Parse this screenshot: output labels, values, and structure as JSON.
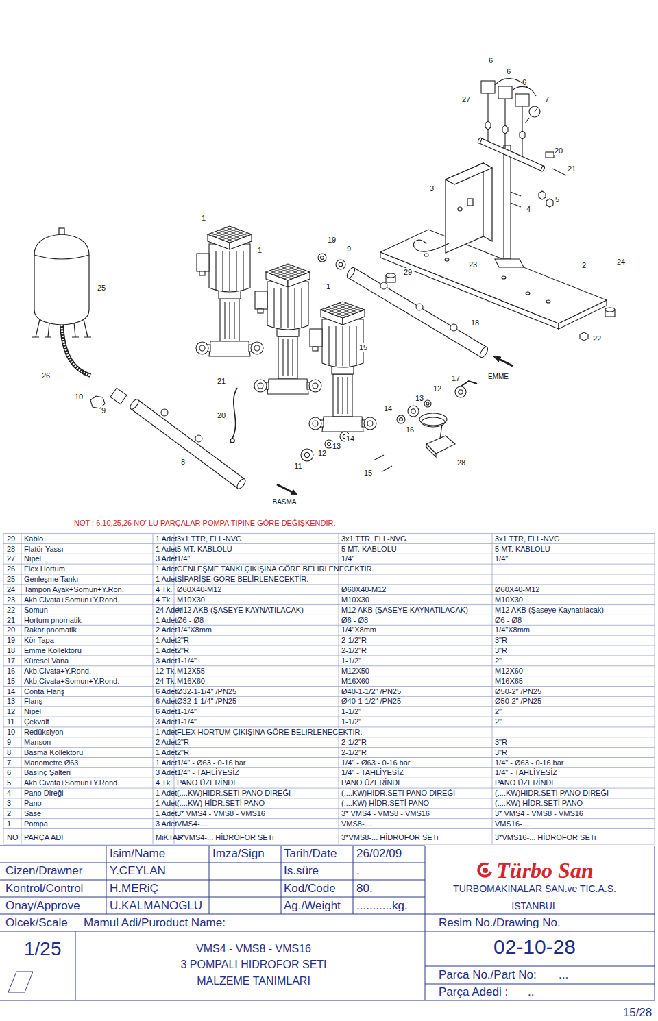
{
  "diagram": {
    "labels": [
      "6",
      "6",
      "6",
      "27",
      "7",
      "20",
      "21",
      "3",
      "5",
      "4",
      "1",
      "19",
      "9",
      "1",
      "23",
      "2",
      "24",
      "29",
      "25",
      "1",
      "18",
      "22",
      "15",
      "26",
      "EMME",
      "17",
      "21",
      "12",
      "10",
      "13",
      "14",
      "9",
      "20",
      "16",
      "14",
      "13",
      "12",
      "8",
      "28",
      "11",
      "15",
      "BASMA",
      "NOT : 6,10,25,26 NO' LU PARÇALAR POMPA TİPİNE GÖRE DEĞİŞKENDİR.",
      "29",
      "Kablo",
      "1 Adet",
      "3x1 TTR, FLL-NVG",
      "3x1 TTR, FLL-NVG",
      "3x1 TTR, FLL-NVG",
      "28",
      "Flatör Yassı",
      "1 Adet",
      "5 MT. KABLOLU",
      "5 MT. KABLOLU",
      "5 MT. KABLOLU",
      "27",
      "Nipel",
      "3 Adet",
      "1/4\"",
      "1/4\"",
      "1/4\"",
      "26",
      "Flex Hortum",
      "1 Adet",
      "GENLEŞME TANKI ÇIKIŞINA GÖRE BELİRLENECEKTİR.",
      "25",
      "Genleşme Tankı",
      "1 Adet",
      "SİPARİŞE GÖRE BELİRLENECEKTİR.",
      "24",
      "Tampon Ayak+Somun+Y.Ron.",
      "4 Tk.",
      "Ø60X40-M12",
      "Ø60X40-M12",
      "Ø60X40-M12",
      "23",
      "Akb.Civata+Somun+Y.Rond.",
      "4 Tk.",
      "M10X30",
      "M10X30",
      "M10X30",
      "22",
      "Somun",
      "24 Adet",
      "M12 AKB (ŞASEYE KAYNATILACAK)",
      "M12 AKB (ŞASEYE KAYNATILACAK)",
      "M12 AKB (Şaseye Kaynatılacak)",
      "21",
      "Hortum pnomatik",
      "1 Adet",
      "Ø6 - Ø8",
      "Ø6 - Ø8",
      "Ø6 - Ø8",
      "20",
      "Rakor pnomatik",
      "2 Adet",
      "1/4\"X8mm",
      "1/4\"X8mm",
      "1/4\"X8mm",
      "19",
      "Kör Tapa",
      "1 Adet",
      "2\"R",
      "2-1/2\"R",
      "3\"R",
      "18",
      "Emme Kollektörü",
      "1 Adet",
      "2\"R",
      "2-1/2\"R",
      "3\"R",
      "17",
      "Küresel Vana",
      "3 Adet",
      "1-1/4\"",
      "1-1/2\"",
      "2\"",
      "16",
      "Akb.Civata+Y.Rond.",
      "12 Tk.",
      "M12X55",
      "M12X50",
      "M12X60",
      "15",
      "Akb.Civata+Somun+Y.Rond.",
      "24 Tk.",
      "M16X60",
      "M16X60",
      "M16X65",
      "14",
      "Conta Flanş",
      "6 Adet",
      "Ø32-1-1/4\" /PN25",
      "Ø40-1-1/2\" /PN25",
      "Ø50-2\" /PN25",
      "13",
      "Flanş",
      "6 Adet",
      "Ø32-1-1/4\" /PN25",
      "Ø40-1-1/2\" /PN25",
      "Ø50-2\" /PN25",
      "12",
      "Nipel",
      "6 Adet",
      "1-1/4\"",
      "1-1/2\"",
      "2\"",
      "11",
      "Çekvalf",
      "3 Adet",
      "1-1/4\"",
      "1-1/2\"",
      "2\"",
      "10",
      "Redüksiyon",
      "1 Adet",
      "FLEX HORTUM ÇIKIŞINA GÖRE BELİRLENECEKTİR.",
      "9",
      "Manson",
      "2 Adet",
      "2\"R",
      "2-1/2\"R",
      "3\"R",
      "8",
      "Basma Kollektörü",
      "1 Adet",
      "2\"R",
      "2-1/2\"R",
      "3\"R",
      "7",
      "Manometre Ø63",
      "1 Adet",
      "1/4\" - Ø63 - 0-16 bar",
      "1/4\" - Ø63 - 0-16 bar",
      "1/4\" - Ø63 - 0-16 bar",
      "6",
      "Basınç Şalteri",
      "3 Adet",
      "1/4\" - TAHLİYESİZ",
      "1/4\" - TAHLİYESİZ",
      "1/4\" - TAHLİYESİZ",
      "5",
      "Akb.Civata+Somun+Y.Rond.",
      "4 Tk.",
      "PANO ÜZERİNDE",
      "PANO ÜZERİNDE",
      "PANO ÜZERİNDE",
      "4",
      "Pano Direği",
      "1 Adet",
      "(....KW)HİDR.SETİ PANO DİREĞİ",
      "(....KW)HİDR.SETİ PANO DİREĞİ",
      "(....KW)HİDR.SETİ PANO DİREĞİ",
      "3",
      "Pano",
      "1 Adet",
      "(....KW) HİDR.SETİ PANO",
      "(....KW) HİDR.SETİ PANO",
      "(....KW) HİDR.SETİ PANO",
      "2",
      "Sase",
      "1 Adet",
      "3* VMS4 - VMS8 - VMS16",
      "3* VMS4 - VMS8 - VMS16",
      "3* VMS4 - VMS8 - VMS16",
      "1",
      "Pompa",
      "3 Adet",
      "VMS4-....",
      "VMS8-....",
      "VMS16-....",
      "NO",
      "PARÇA ADI",
      "MiKTAR",
      "3*VMS4-... HİDROFOR SETi",
      "3*VMS8-... HİDROFOR SETi",
      "3*VMS16-... HİDROFOR SETi",
      "Isim/Name",
      "Imza/Sign",
      "Tarih/Date",
      "26/02/09",
      "Cizen/Drawner",
      "Y.CEYLAN",
      "Is.süre",
      ".",
      "Kontrol/Control",
      "H.MERiÇ",
      "Kod/Code",
      "80.",
      "Onay/Approve",
      "U.KALMANOGLU",
      "Ag./Weight",
      "...........kg.",
      "Olcek/Scale",
      "Mamul Adi/Puroduct Name:",
      "1/25",
      "VMS4 - VMS8 - VMS16",
      "3 POMPALI HIDROFOR SETI",
      "MALZEME TANIMLARI",
      "Türbo San",
      "TURBOMAKINALAR SAN.ve TIC.A.S.",
      "ISTANBUL",
      "Resim No./Drawing No.",
      "02-10-28",
      "Parca No./Part No:",
      "...",
      "Parça Adedi :",
      "..",
      "15/28"
    ]
  }
}
